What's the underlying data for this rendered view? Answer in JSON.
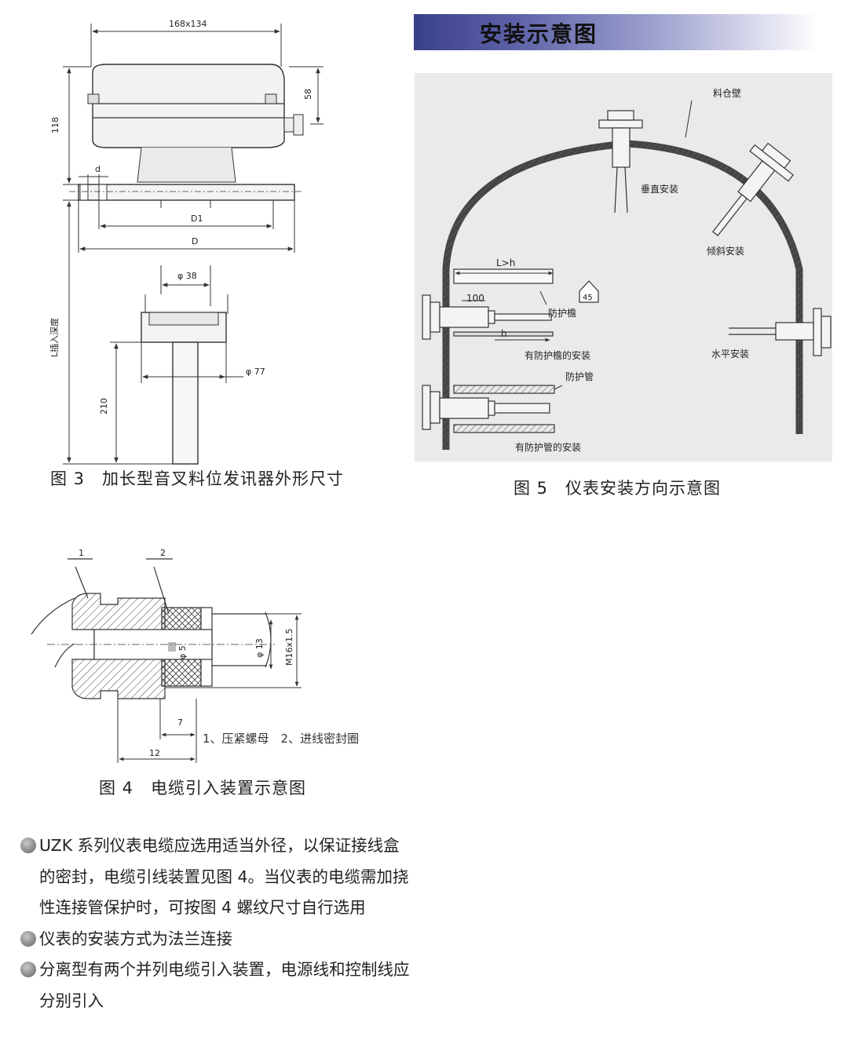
{
  "banner": {
    "title": "安装示意图"
  },
  "fig3": {
    "caption": "图 3　加长型音叉料位发讯器外形尺寸",
    "dims": {
      "width_top": "168x134",
      "height_58": "58",
      "height_118": "118",
      "d": "d",
      "d1": "D1",
      "D": "D",
      "phi38": "φ 38",
      "phi77": "φ 77",
      "len210": "210",
      "insert_depth": "L插入深度"
    }
  },
  "fig4": {
    "caption": "图 4　电缆引入装置示意图",
    "labels": {
      "n1": "1",
      "n2": "2",
      "phi5": "φ 5",
      "phi13": "φ 13",
      "m16": "M16x1.5",
      "len7": "7",
      "len12": "12",
      "legend": "1、压紧螺母　2、进线密封圈"
    }
  },
  "fig5": {
    "caption": "图 5　仪表安装方向示意图",
    "labels": {
      "wall": "料仓壁",
      "vertical": "垂直安装",
      "inclined": "倾斜安装",
      "horizontal": "水平安装",
      "lh": "L>h",
      "n100": "100",
      "h": "h",
      "n45": "45",
      "eave": "防护檐",
      "with_eave": "有防护檐的安装",
      "pipe": "防护管",
      "with_pipe": "有防护管的安装"
    }
  },
  "bullets": [
    "UZK 系列仪表电缆应选用适当外径，以保证接线盒的密封，电缆引线装置见图 4。当仪表的电缆需加挠性连接管保护时，可按图 4 螺纹尺寸自行选用",
    "仪表的安装方式为法兰连接",
    "分离型有两个并列电缆引入装置，电源线和控制线应分别引入"
  ],
  "colors": {
    "banner_dark": "#3a3f8a",
    "panel_bg": "#e9eaec",
    "wall_hatch": "#9a9a9a"
  }
}
